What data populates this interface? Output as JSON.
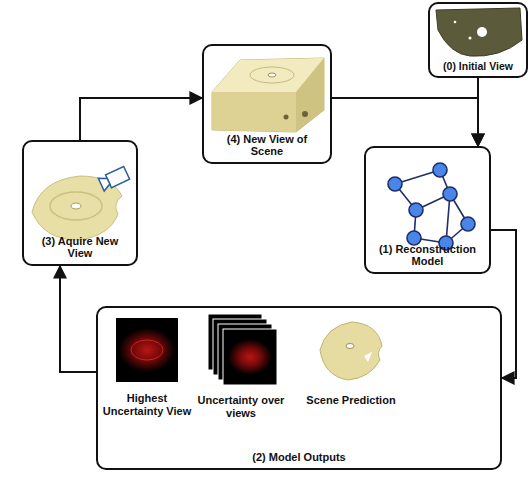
{
  "diagram": {
    "nodes": [
      {
        "text": [
          "(0) Initial View"
        ]
      },
      {
        "text": [
          "(1) Reconstruction Model"
        ]
      },
      {
        "text": [
          "(2) Model Outputs"
        ]
      },
      {
        "text": [
          "(3) Aquire New View"
        ]
      },
      {
        "text": [
          "(4) New View of Scene"
        ]
      }
    ],
    "edges": [
      {
        "from": 0,
        "to": 1,
        "arrow": "to"
      },
      {
        "from": 4,
        "to": 1,
        "arrow": "to"
      },
      {
        "from": 1,
        "to": 2,
        "arrow": "to"
      },
      {
        "from": 2,
        "to": 3,
        "arrow": "to"
      },
      {
        "from": 3,
        "to": 4,
        "arrow": "to"
      }
    ],
    "labels": [
      "Highest Uncertainty View",
      "Uncertainty over views",
      "Scene Prediction"
    ]
  }
}
